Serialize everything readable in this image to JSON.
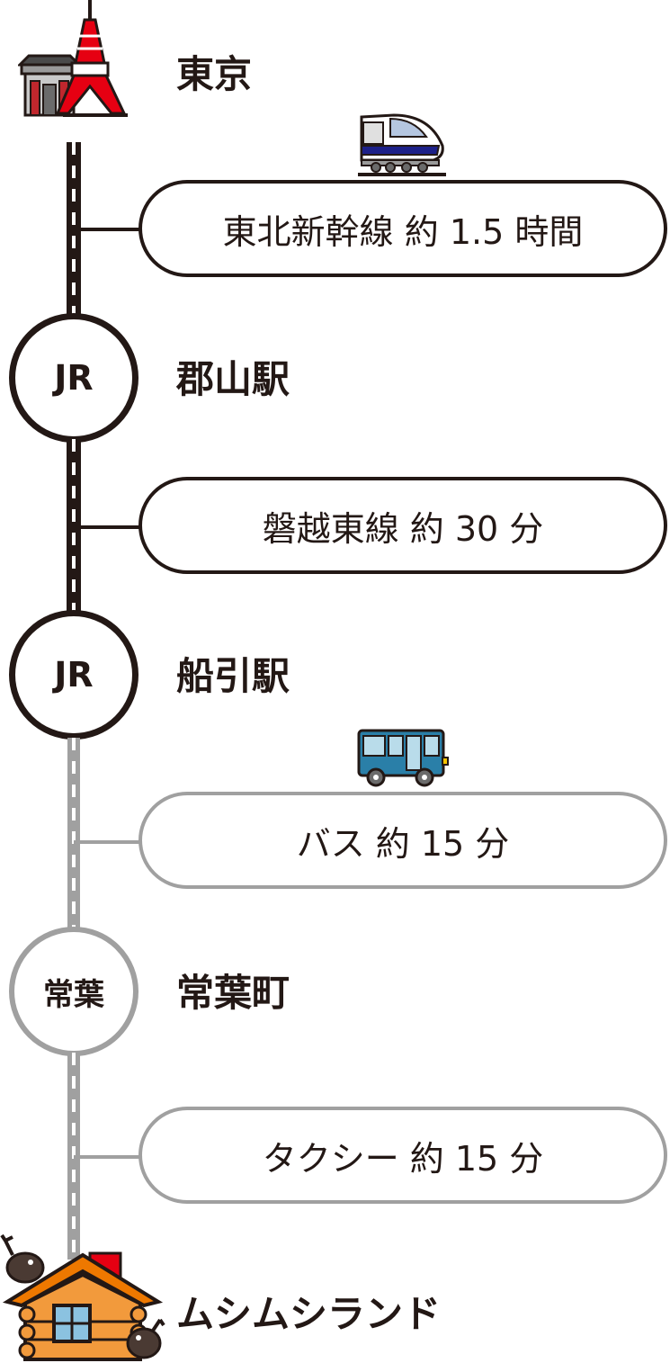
{
  "origin": {
    "name": "東京"
  },
  "stops": [
    {
      "badge": "JR",
      "name": "郡山駅"
    },
    {
      "badge": "JR",
      "name": "船引駅"
    },
    {
      "badge": "常葉",
      "name": "常葉町"
    }
  ],
  "segments": [
    {
      "label": "東北新幹線 約 1.5 時間"
    },
    {
      "label": "磐越東線 約 30 分"
    },
    {
      "label": "バス 約 15 分"
    },
    {
      "label": "タクシー 約 15 分"
    }
  ],
  "destination": {
    "name": "ムシムシランド"
  },
  "colors": {
    "rail": "#231815",
    "road": "#a0a0a0",
    "accent": "#e60012"
  },
  "icons": [
    "tokyo-landmark-icon",
    "shinkansen-icon",
    "bus-icon",
    "log-cabin-icon"
  ]
}
